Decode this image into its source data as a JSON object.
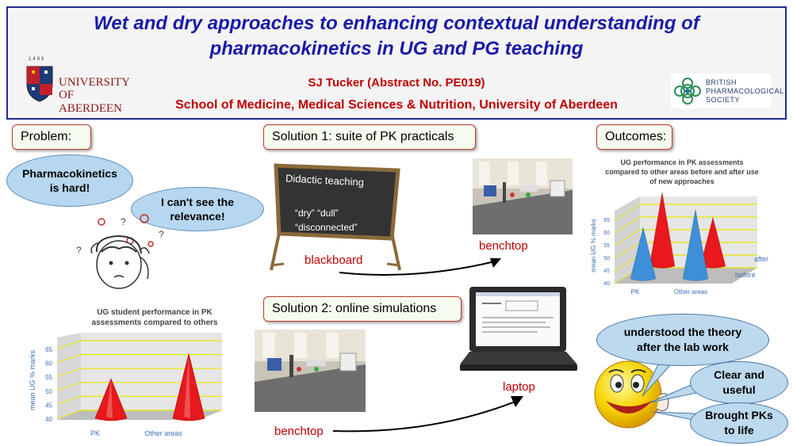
{
  "header": {
    "title": "Wet and dry approaches to enhancing contextual understanding of pharmacokinetics in UG and PG teaching",
    "author": "SJ Tucker (Abstract No. PE019)",
    "school": "School of Medicine, Medical Sciences & Nutrition, University of Aberdeen",
    "uni_logo_line1": "UNIVERSITY",
    "uni_logo_line2": "OF ABERDEEN",
    "uni_logo_year": "1495",
    "bps_line1": "BRITISH",
    "bps_line2": "PHARMACOLOGICAL",
    "bps_line3": "SOCIETY"
  },
  "problem": {
    "label": "Problem:",
    "cloud1": "Pharmacokinetics is hard!",
    "cloud2": "I can't see the relevance!"
  },
  "solution1": {
    "label": "Solution 1: suite of PK practicals",
    "board_title": "Didactic teaching",
    "board_line1": "“dry” “dull”",
    "board_line2": "“disconnected”",
    "blackboard_label": "blackboard",
    "benchtop_label": "benchtop"
  },
  "solution2": {
    "label": "Solution 2: online simulations",
    "benchtop_label": "benchtop",
    "laptop_label": "laptop"
  },
  "outcomes": {
    "label": "Outcomes:",
    "bubble1": "understood the theory after the lab work",
    "bubble2": "Clear and useful",
    "bubble3": "Brought PKs to life"
  },
  "chart_data": [
    {
      "type": "bar",
      "title": "UG student performance in PK assessments compared to others",
      "ylabel": "mean UG % marks",
      "categories": [
        "PK",
        "Other areas"
      ],
      "values": [
        53,
        62
      ],
      "ylim": [
        40,
        65
      ],
      "yticks": [
        "40",
        "45",
        "50",
        "55",
        "60",
        "65"
      ],
      "colors": {
        "bar": "#e8181c",
        "grid": "#e8e800"
      },
      "grid": true
    },
    {
      "type": "bar",
      "title": "UG performance in PK assessments compared to other areas before and after use of new approaches",
      "ylabel": "mean UG % marks",
      "categories": [
        "PK",
        "Other areas"
      ],
      "series": [
        {
          "name": "before",
          "values": [
            51,
            58
          ],
          "color": "#3d8fd8"
        },
        {
          "name": "after",
          "values": [
            68,
            58
          ],
          "color": "#e8181c"
        }
      ],
      "ylim": [
        40,
        65
      ],
      "yticks": [
        "40",
        "45",
        "50",
        "55",
        "60",
        "65"
      ],
      "grid": true
    }
  ]
}
